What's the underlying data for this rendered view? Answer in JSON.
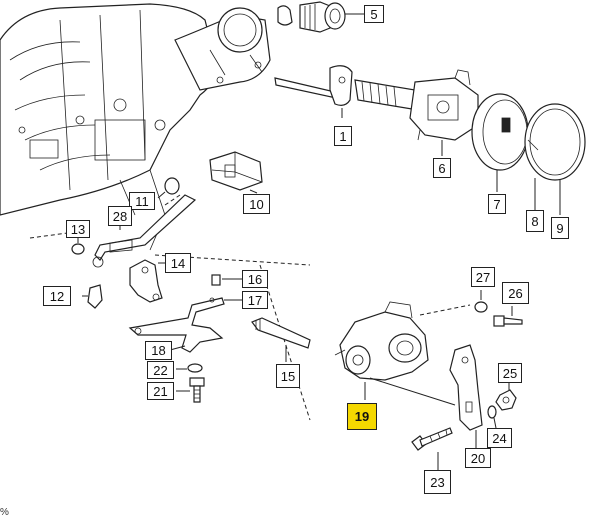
{
  "diagram": {
    "highlight_color": "#f5d800",
    "border_color": "#222222",
    "callouts": [
      {
        "id": "c5",
        "label": "5"
      },
      {
        "id": "c1",
        "label": "1"
      },
      {
        "id": "c6",
        "label": "6"
      },
      {
        "id": "c7",
        "label": "7"
      },
      {
        "id": "c8",
        "label": "8"
      },
      {
        "id": "c9",
        "label": "9"
      },
      {
        "id": "c11",
        "label": "11"
      },
      {
        "id": "c10",
        "label": "10"
      },
      {
        "id": "c28",
        "label": "28"
      },
      {
        "id": "c13",
        "label": "13"
      },
      {
        "id": "c14",
        "label": "14"
      },
      {
        "id": "c12",
        "label": "12"
      },
      {
        "id": "c16",
        "label": "16"
      },
      {
        "id": "c17",
        "label": "17"
      },
      {
        "id": "c27",
        "label": "27"
      },
      {
        "id": "c26",
        "label": "26"
      },
      {
        "id": "c18",
        "label": "18"
      },
      {
        "id": "c22",
        "label": "22"
      },
      {
        "id": "c21",
        "label": "21"
      },
      {
        "id": "c15",
        "label": "15"
      },
      {
        "id": "c19",
        "label": "19",
        "highlighted": true
      },
      {
        "id": "c25",
        "label": "25"
      },
      {
        "id": "c24",
        "label": "24"
      },
      {
        "id": "c20",
        "label": "20"
      },
      {
        "id": "c23",
        "label": "23"
      }
    ]
  },
  "corner_mark": "%"
}
